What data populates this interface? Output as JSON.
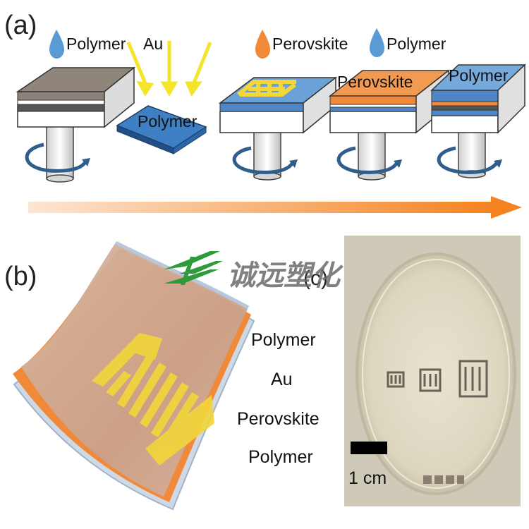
{
  "panel_a": {
    "label": "(a)",
    "step1_drop_label": "Polymer",
    "step2_beam_label": "Au",
    "step2_layer_label": "Polymer",
    "step3_drop_label": "Perovskite",
    "step4_drop_label": "Polymer",
    "step4_layer_label": "Perovskite",
    "step5_layer_label": "Polymer"
  },
  "panel_b": {
    "label": "(b)",
    "layers": [
      "Polymer",
      "Au",
      "Perovskite",
      "Polymer"
    ]
  },
  "panel_c": {
    "label": "(c)",
    "scale_bar_label": "1 cm"
  },
  "watermark": {
    "text": "诚远塑化"
  },
  "colors": {
    "polymer_blue": "#4f86c6",
    "perovskite_orange": "#f08a3a",
    "gold": "#f2d63a",
    "arrow_orange": "#f58220",
    "logo_green": "#2f9a3a"
  }
}
